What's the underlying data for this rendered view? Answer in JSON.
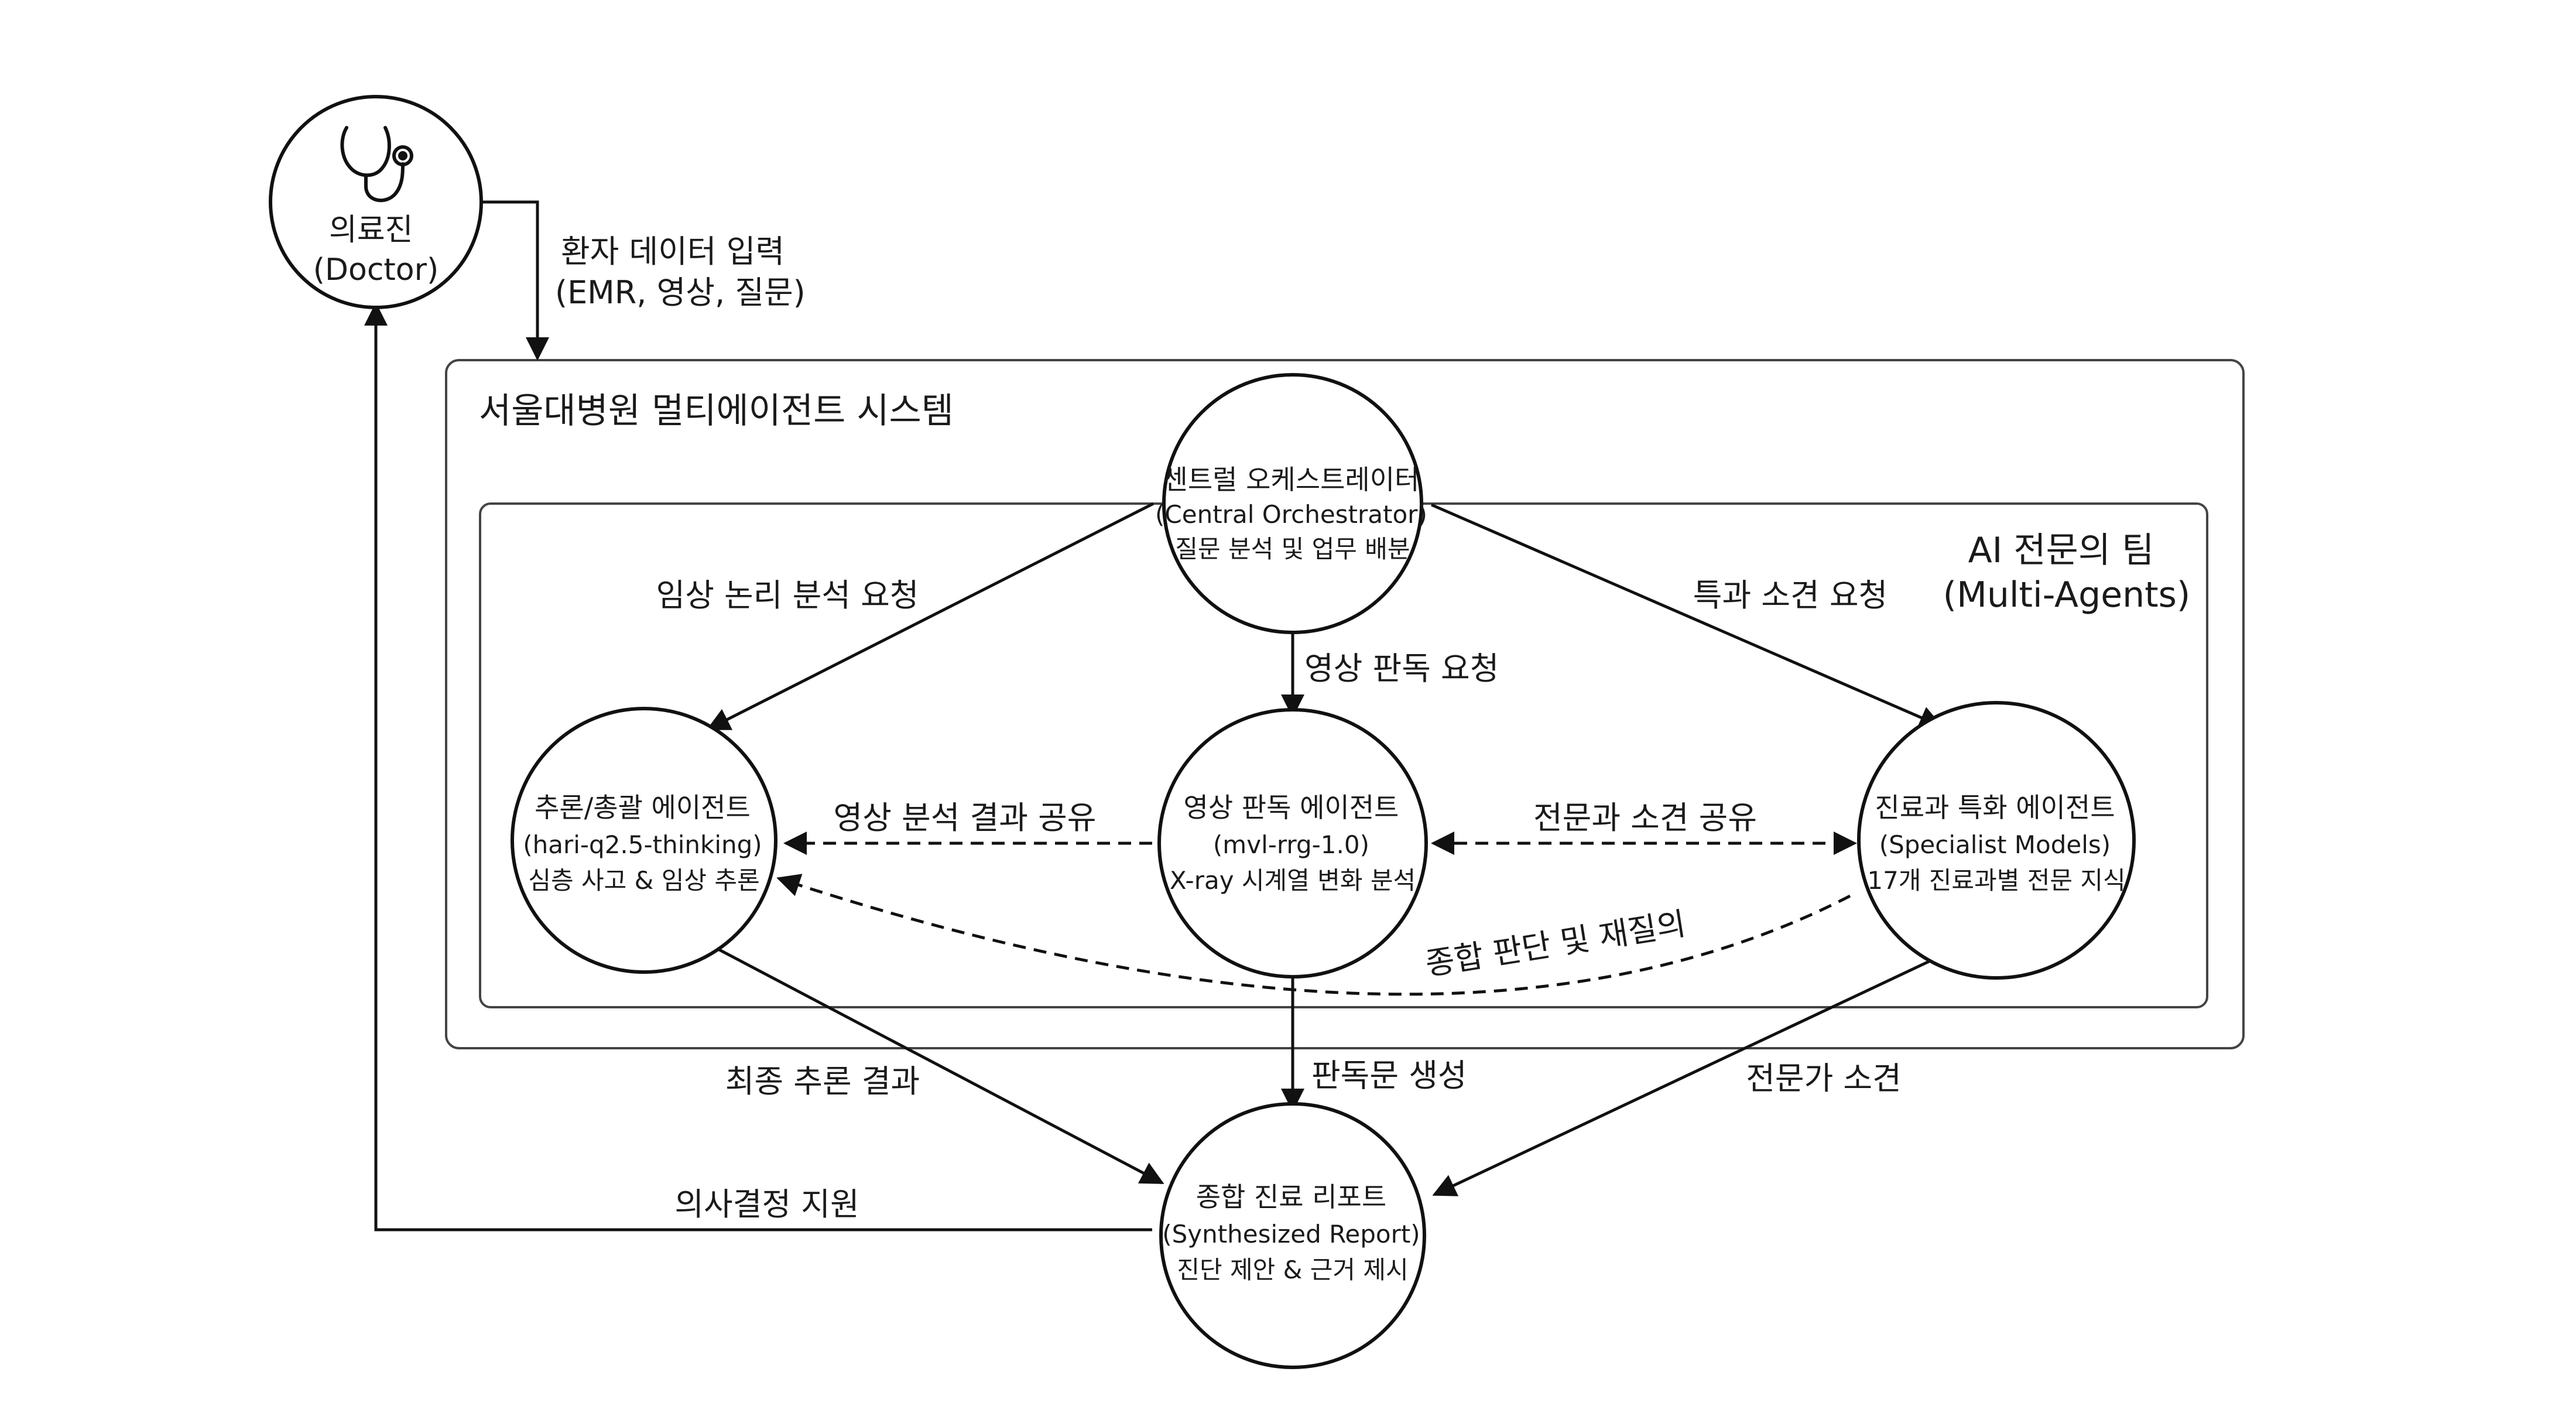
{
  "system_title": "서울대병원 멀티에이전트 시스템",
  "team_title": [
    "AI 전문의 팀",
    "(Multi-Agents)"
  ],
  "nodes": {
    "doctor": [
      "의료진",
      "(Doctor)"
    ],
    "orchestrator": [
      "센트럴 오케스트레이터",
      "(Central Orchestrator)",
      "질문 분석 및 업무 배분"
    ],
    "reasoning": [
      "추론/총괄 에이전트",
      "(hari-q2.5-thinking)",
      "심층 사고 & 임상 추론"
    ],
    "imaging": [
      "영상 판독 에이전트",
      "(mvl-rrg-1.0)",
      "X-ray 시계열 변화 분석"
    ],
    "specialist": [
      "진료과 특화 에이전트",
      "(Specialist Models)",
      "17개 진료과별 전문 지식"
    ],
    "report": [
      "종합 진료 리포트",
      "(Synthesized Report)",
      "진단 제안 & 근거 제시"
    ]
  },
  "edges": {
    "doctor_to_system": [
      "환자 데이터 입력",
      "(EMR, 영상, 질문)"
    ],
    "orch_to_reasoning": "임상 논리 분석 요청",
    "orch_to_imaging": "영상 판독 요청",
    "orch_to_specialist": "특과 소견 요청",
    "imaging_to_reasoning": "영상 분석 결과 공유",
    "imaging_specialist": "전문과 소견 공유",
    "specialist_to_reasoning": "종합 판단 및 재질의",
    "reasoning_to_report": "최종 추론 결과",
    "imaging_to_report": "판독문 생성",
    "specialist_to_report": "전문가 소견",
    "report_to_doctor": "의사결정 지원"
  },
  "icons": {
    "doctor": "stethoscope-icon"
  }
}
